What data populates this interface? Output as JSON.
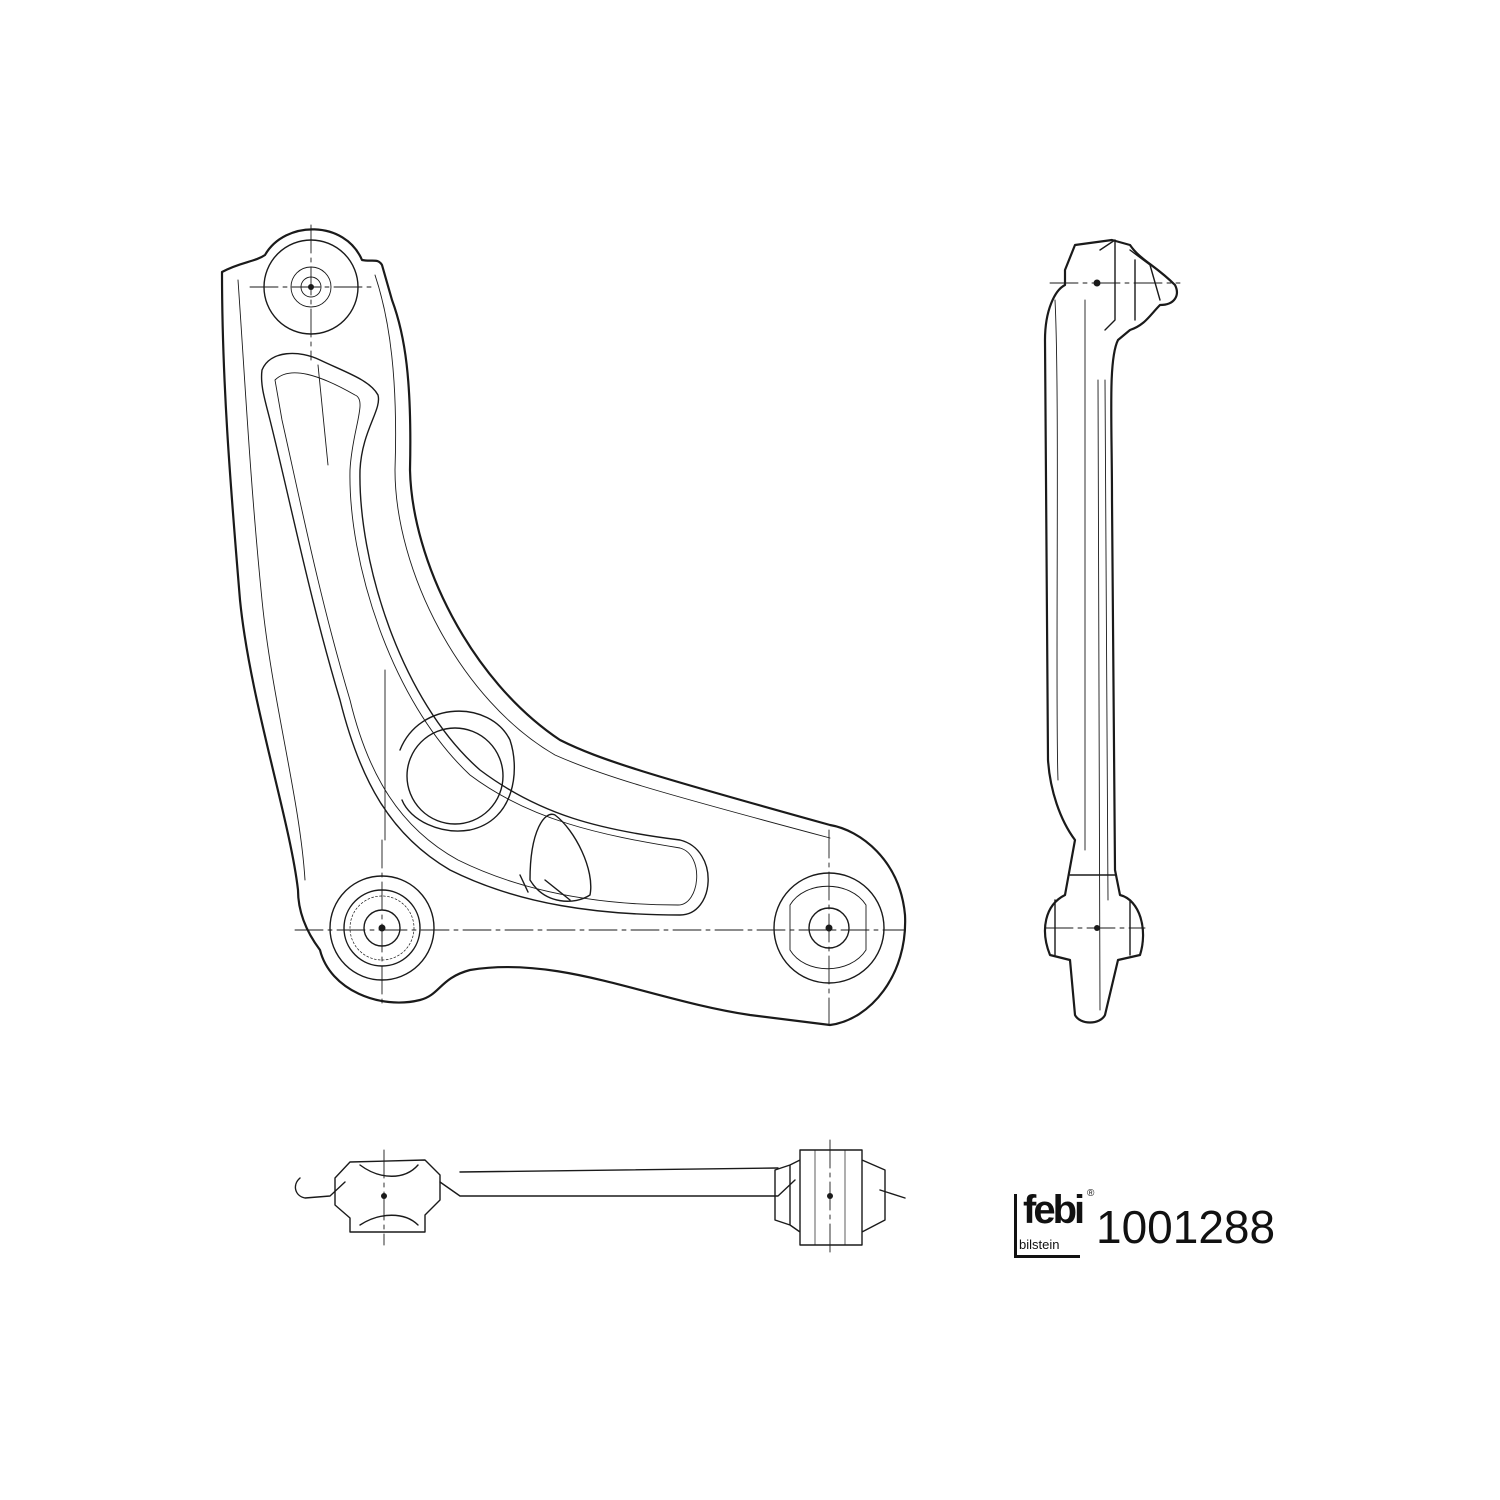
{
  "brand": {
    "logo_text": "febi",
    "logo_subtext": "bilstein",
    "registered_mark": "®"
  },
  "part_number": "1001288",
  "views": [
    "top-view",
    "side-view",
    "bottom-view"
  ]
}
